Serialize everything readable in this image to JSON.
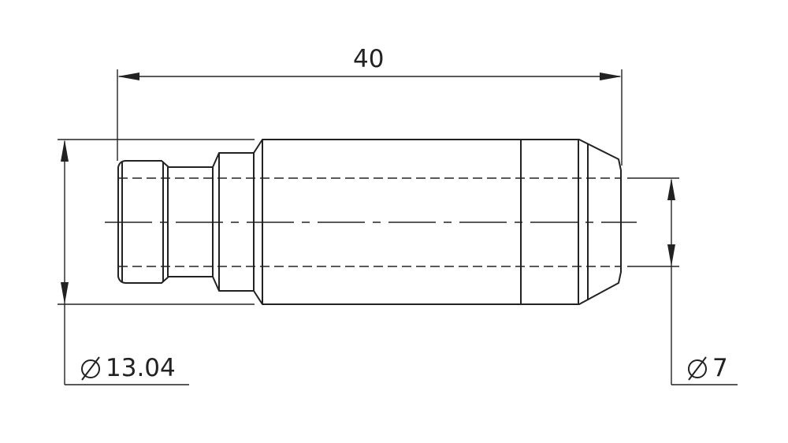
{
  "drawing": {
    "dimensions": {
      "overall_length": "40",
      "outer_diameter": "13.04",
      "bore_diameter": "7"
    },
    "diameter_symbol": "diameter-symbol",
    "line_color": "#222222",
    "background": "#ffffff"
  }
}
